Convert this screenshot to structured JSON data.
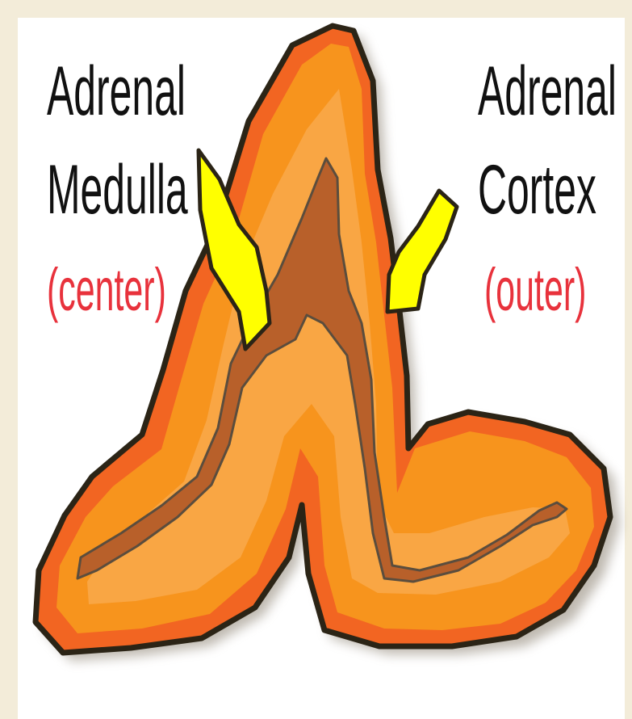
{
  "diagram": {
    "labels": {
      "medulla_title_line1": "Adrenal",
      "medulla_title_line2": "Medulla",
      "medulla_note": "(center)",
      "cortex_title_line1": "Adrenal",
      "cortex_title_line2": "Cortex",
      "cortex_note": "(outer)"
    },
    "colors": {
      "background": "#f3ecd9",
      "panel": "#ffffff",
      "outline": "#2b2416",
      "outer_rim": "#f26522",
      "cortex_fill": "#f7941d",
      "cortex_inner": "#f9a94b",
      "medulla": "#b8602a",
      "pointer": "#ffff00",
      "note_text": "#e8323c"
    },
    "icons": [
      "arrow-pointer-icon"
    ]
  }
}
